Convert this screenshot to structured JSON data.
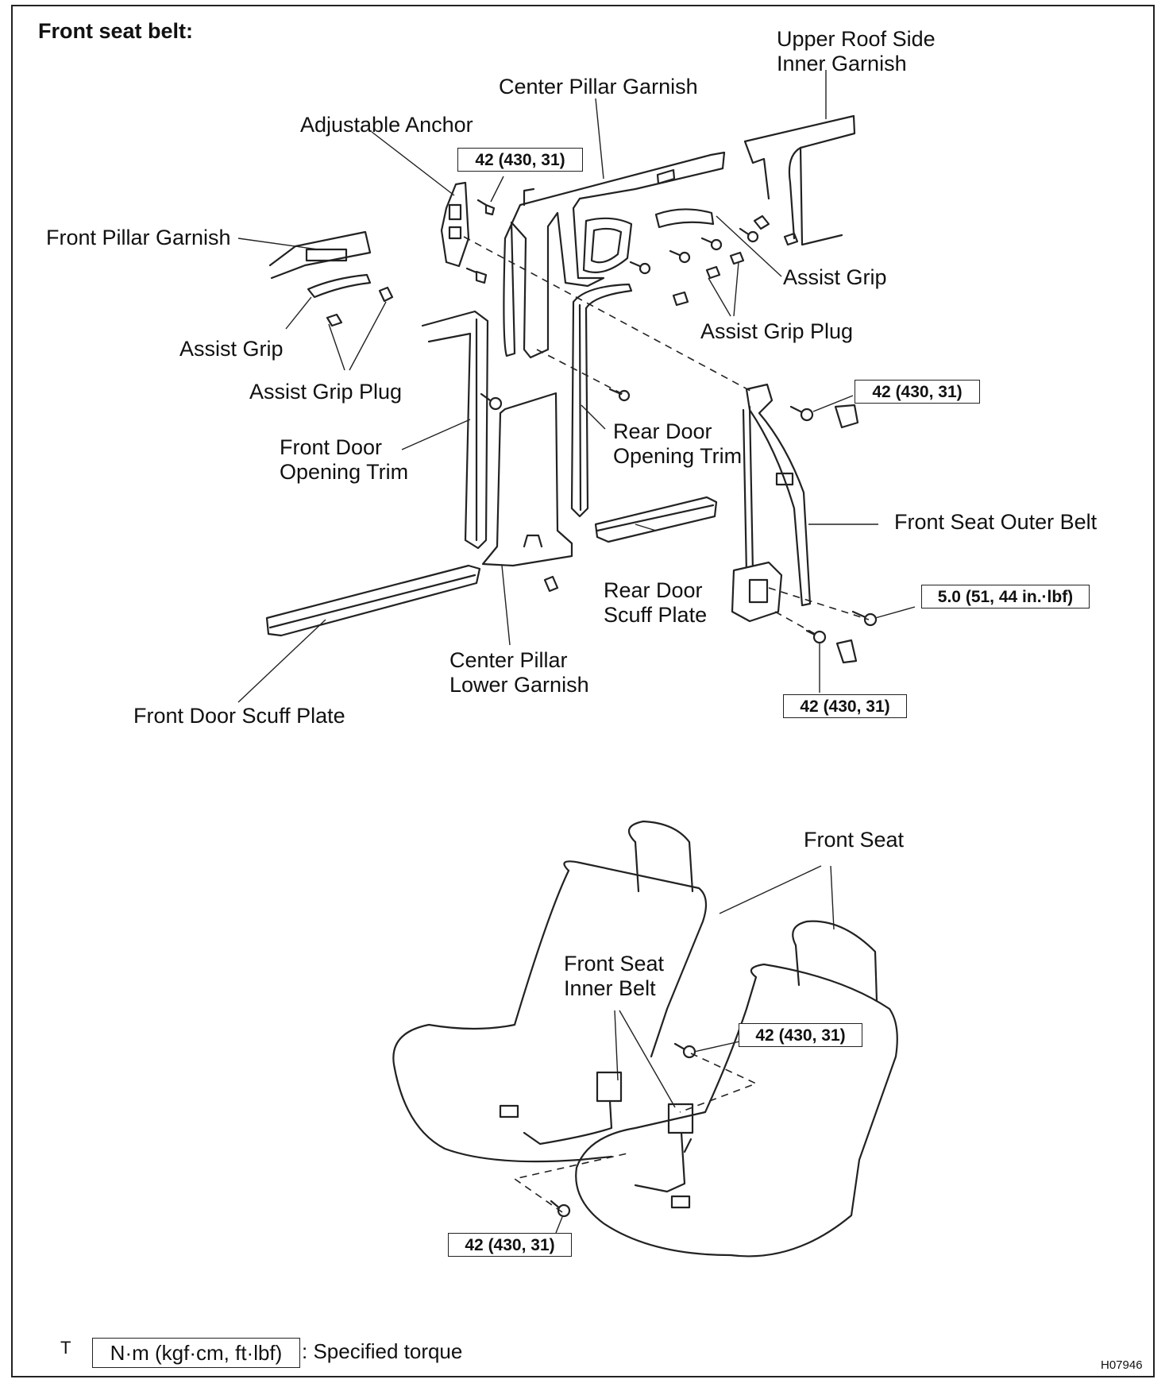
{
  "title": "Front seat belt:",
  "labels": {
    "upper_roof_side_inner_garnish": "Upper Roof Side\nInner Garnish",
    "center_pillar_garnish": "Center Pillar Garnish",
    "adjustable_anchor": "Adjustable Anchor",
    "front_pillar_garnish": "Front Pillar Garnish",
    "assist_grip_left": "Assist Grip",
    "assist_grip_plug_left": "Assist Grip Plug",
    "assist_grip_right": "Assist Grip",
    "assist_grip_plug_right": "Assist Grip Plug",
    "front_door_opening_trim": "Front Door\nOpening Trim",
    "rear_door_opening_trim": "Rear Door\nOpening Trim",
    "front_seat_outer_belt": "Front Seat Outer Belt",
    "rear_door_scuff_plate": "Rear Door\nScuff Plate",
    "center_pillar_lower_garnish": "Center Pillar\nLower Garnish",
    "front_door_scuff_plate": "Front Door Scuff Plate",
    "front_seat": "Front Seat",
    "front_seat_inner_belt": "Front Seat\nInner Belt"
  },
  "torques": {
    "adjustable_anchor": "42 (430, 31)",
    "outer_belt_upper": "42 (430, 31)",
    "retractor": "5.0 (51, 44 in.·lbf)",
    "outer_belt_lower": "42 (430, 31)",
    "inner_belt_right": "42 (430, 31)",
    "inner_belt_left": "42 (430, 31)"
  },
  "legend": {
    "marker": "T",
    "unit": "N·m (kgf·cm, ft·lbf)",
    "description": ": Specified torque"
  },
  "figure_code": "H07946"
}
